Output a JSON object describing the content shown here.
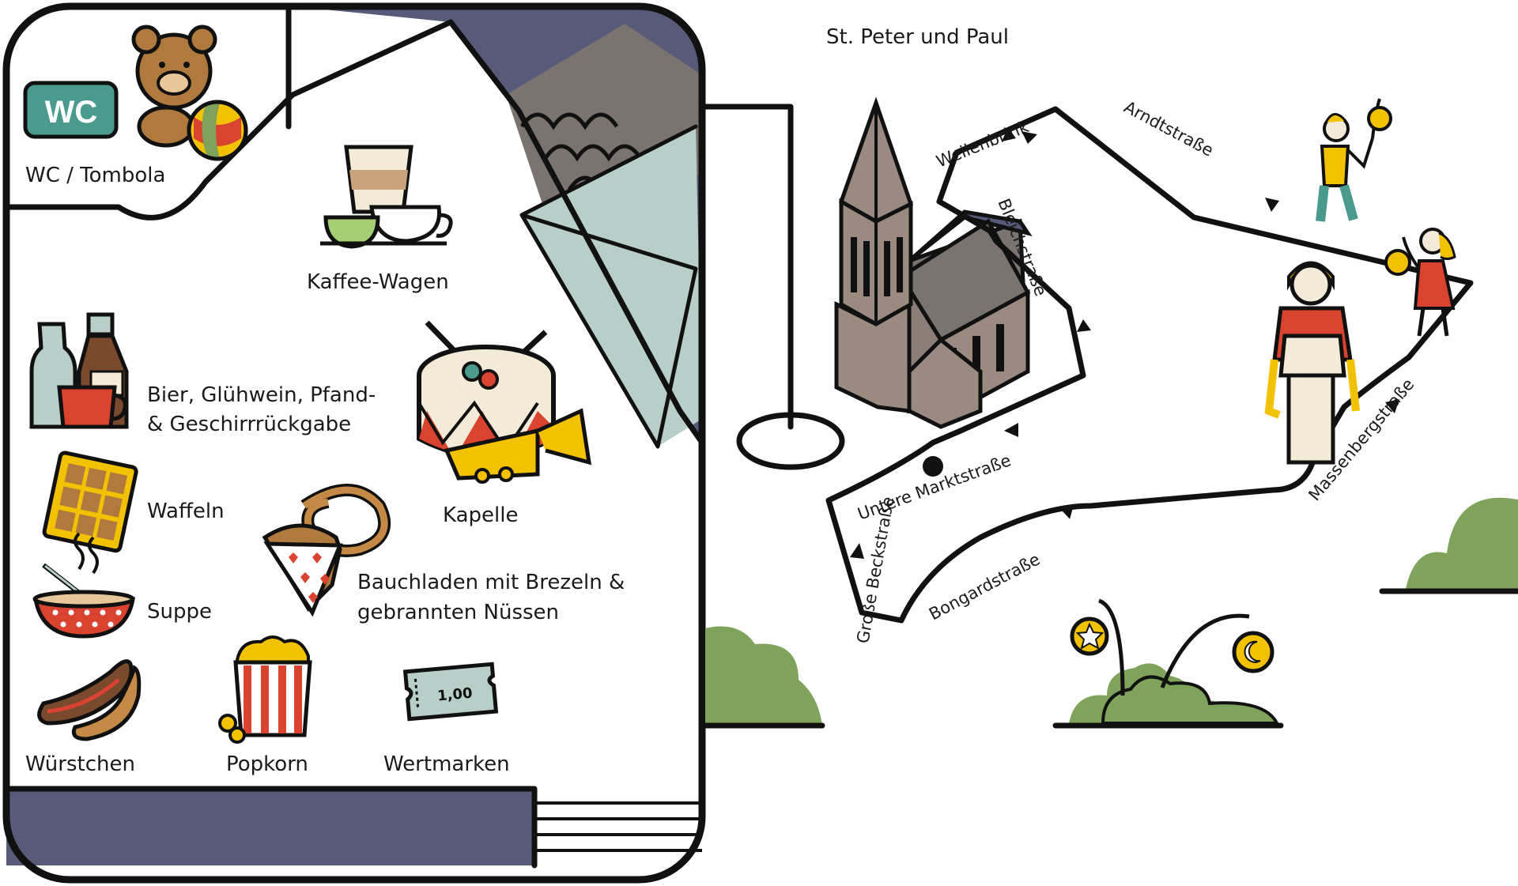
{
  "legend": {
    "items": [
      {
        "id": "wc",
        "label": "WC / Tombola",
        "icon": "wc-teddy-icon"
      },
      {
        "id": "coffee",
        "label": "Kaffee-Wagen",
        "icon": "coffee-cup-icon"
      },
      {
        "id": "drinks",
        "label_line1": "Bier, Glühwein, Pfand-",
        "label_line2": "& Geschirrrückgabe",
        "icon": "bottles-icon"
      },
      {
        "id": "band",
        "label": "Kapelle",
        "icon": "drum-trumpet-icon"
      },
      {
        "id": "waffles",
        "label": "Waffeln",
        "icon": "waffle-icon"
      },
      {
        "id": "pretzel",
        "label_line1": "Bauchladen mit Brezeln &",
        "label_line2": "gebrannten Nüssen",
        "icon": "pretzel-nuts-icon"
      },
      {
        "id": "soup",
        "label": "Suppe",
        "icon": "soup-bowl-icon"
      },
      {
        "id": "sausages",
        "label": "Würstchen",
        "icon": "sausage-icon"
      },
      {
        "id": "popcorn",
        "label": "Popkorn",
        "icon": "popcorn-icon"
      },
      {
        "id": "tokens",
        "label": "Wertmarken",
        "icon": "ticket-icon",
        "ticket_value": "1,00"
      }
    ],
    "wc_badge": "WC"
  },
  "map": {
    "church_label": "St. Peter und Paul",
    "streets": {
      "weilenbrink": "Weilenbrink",
      "arndtstrasse": "Arndtstraße",
      "bleichstrasse": "Bleichstraße",
      "untere_marktstrasse": "Untere Marktstraße",
      "grosse_beckstrasse": "Große Beckstraße",
      "bongardstrasse": "Bongardstraße",
      "massenbergstrasse": "Massenbergstraße"
    }
  },
  "colors": {
    "navy": "#585a7a",
    "teal": "#4a9a8e",
    "mint": "#b7cfc8",
    "stone": "#7a7370",
    "church": "#9a8a80",
    "green": "#7fa35a",
    "yellow": "#f2c200",
    "red": "#d9432f"
  }
}
